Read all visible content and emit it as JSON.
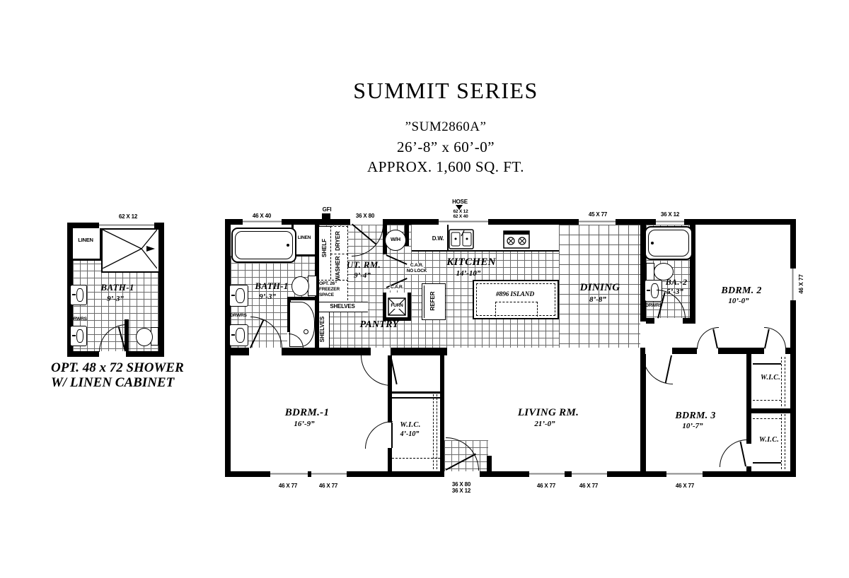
{
  "title": {
    "series": "SUMMIT SERIES",
    "model": "”SUM2860A”",
    "size": "26’-8”  x  60’-0”",
    "area": "APPROX. 1,600 SQ. FT."
  },
  "option": {
    "window": "62 X 12",
    "linen": "LINEN",
    "room": "BATH-1",
    "dim": "9’-3”",
    "drwrs": "DRWRS",
    "caption1": "OPT. 48 x 72 SHOWER",
    "caption2": "W/ LINEN CABINET"
  },
  "rooms": {
    "bath1": {
      "name": "BATH-1",
      "dim": "9’-3”"
    },
    "utrm": {
      "name": "UT. RM.",
      "dim": "9’-4”"
    },
    "kitchen": {
      "name": "KITCHEN",
      "dim": "14’-10”"
    },
    "dining": {
      "name": "DINING",
      "dim": "8’-8”"
    },
    "ba2": {
      "name": "BA.-2",
      "dim": "5’-3”"
    },
    "bdrm2": {
      "name": "BDRM. 2",
      "dim": "10’-0”"
    },
    "bdrm1": {
      "name": "BDRM.-1",
      "dim": "16’-9”"
    },
    "wic_mid": {
      "name": "W.I.C.",
      "dim": "4’-10”"
    },
    "living": {
      "name": "LIVING RM.",
      "dim": "21’-0”"
    },
    "bdrm3": {
      "name": "BDRM. 3",
      "dim": "10’-7”"
    },
    "wic_top": {
      "name": "W.I.C."
    },
    "wic_bot": {
      "name": "W.I.C."
    },
    "pantry": {
      "name": "PANTRY"
    }
  },
  "fixtures": {
    "linen": "LINEN",
    "shelf": "SHELF",
    "dryer": "DRYER",
    "washer": "WASHER",
    "freezer1": "OPT. 26”",
    "freezer2": "FREEZER",
    "freezer3": "SPACE",
    "wh": "W/H",
    "dw": "D.W.",
    "car": "C.A.R.",
    "nolock": "NO LOCK",
    "car2": "C.A.R.",
    "furn": "FURN",
    "refer": "REFER",
    "shelves_h": "SHELVES",
    "shelves_v": "SHELVES",
    "island": "#896 ISLAND",
    "drwrs1": "DRWRS",
    "drwrs2": "DRWRS",
    "gfi": "GFI",
    "hose": "HOSE"
  },
  "dims": {
    "bath_win": "46 X 40",
    "ut_door": "36 X 80",
    "kit_win1": "62 X 12",
    "kit_win2": "62 X 40",
    "din_win": "45 X 77",
    "ba2_win": "36 X 12",
    "bdrm2_win": "46 X 77",
    "bd1_win1": "46 X 77",
    "bd1_win2": "46 X 77",
    "entry_door1": "36 X 80",
    "entry_door2": "36 X 12",
    "liv_win1": "46 X 77",
    "liv_win2": "46 X 77",
    "bd3_win": "46 X 77"
  }
}
